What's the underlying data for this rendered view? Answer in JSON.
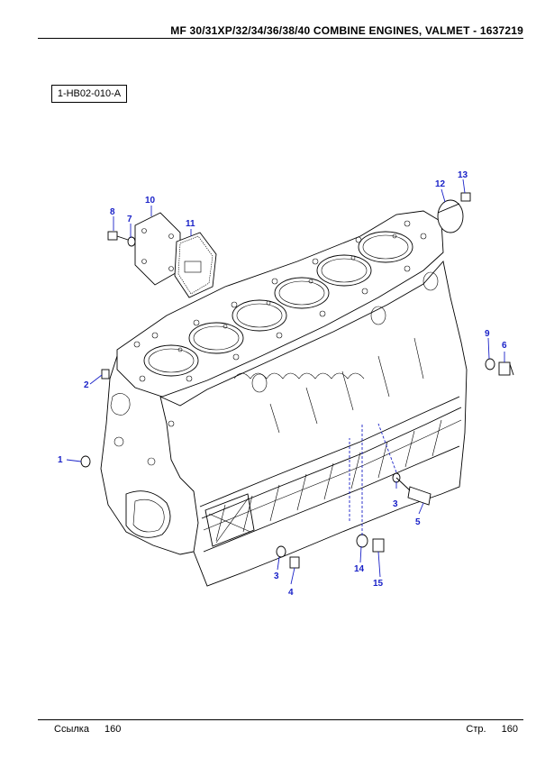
{
  "header": {
    "title": "MF 30/31XP/32/34/36/38/40  COMBINE ENGINES, VALMET - 1637219"
  },
  "reference_code": "1-HB02-010-A",
  "callouts": {
    "c1": "1",
    "c2": "2",
    "c3a": "3",
    "c3b": "3",
    "c4": "4",
    "c5": "5",
    "c6": "6",
    "c7": "7",
    "c8": "8",
    "c9": "9",
    "c10": "10",
    "c11": "11",
    "c12": "12",
    "c13": "13",
    "c14": "14",
    "c15": "15"
  },
  "footer": {
    "ref_label": "Ссылка",
    "ref_value": "160",
    "page_label": "Стр.",
    "page_value": "160"
  },
  "colors": {
    "callout": "#1a22c8",
    "line": "#000000"
  }
}
